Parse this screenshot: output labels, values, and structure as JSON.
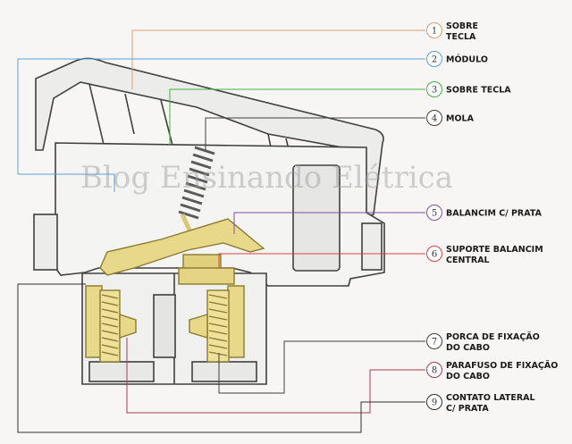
{
  "watermark": "Blog Ensinando Elétrica",
  "colors": {
    "body_outline": "#404040",
    "body_fill": "#f4f4f2",
    "brass": "#e8d88a",
    "brass_dark": "#b8a040",
    "spring": "#6a6a6a"
  },
  "callouts": [
    {
      "number": "1",
      "lines": [
        "SOBRE",
        "TECLA"
      ],
      "color": "#d8a070"
    },
    {
      "number": "2",
      "lines": [
        "MÓDULO"
      ],
      "color": "#5aa0d8"
    },
    {
      "number": "3",
      "lines": [
        "SOBRE TECLA"
      ],
      "color": "#48b048"
    },
    {
      "number": "4",
      "lines": [
        "MOLA"
      ],
      "color": "#404040"
    },
    {
      "number": "5",
      "lines": [
        "BALANCIM C/ PRATA"
      ],
      "color": "#8050a0"
    },
    {
      "number": "6",
      "lines": [
        "SUPORTE BALANCIM",
        "CENTRAL"
      ],
      "color": "#e04040"
    },
    {
      "number": "7",
      "lines": [
        "PORCA DE FIXAÇÃO",
        "DO CABO"
      ],
      "color": "#404040"
    },
    {
      "number": "8",
      "lines": [
        "PARAFUSO DE FIXAÇÃO",
        "DO CABO"
      ],
      "color": "#a04050"
    },
    {
      "number": "9",
      "lines": [
        "CONTATO LATERAL",
        "C/ PRATA"
      ],
      "color": "#303030"
    }
  ]
}
